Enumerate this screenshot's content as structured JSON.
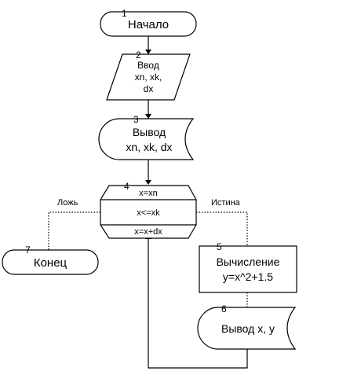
{
  "blocks": {
    "start": {
      "number": "1",
      "label": "Начало"
    },
    "input": {
      "number": "2",
      "lines": [
        "Ввод",
        "xn, xk,",
        "dx"
      ]
    },
    "output1": {
      "number": "3",
      "lines": [
        "Вывод",
        "xn, xk, dx"
      ]
    },
    "loop": {
      "number": "4",
      "lines": [
        "x=xn",
        "x<=xk",
        "x=x+dx"
      ]
    },
    "calc": {
      "number": "5",
      "lines": [
        "Вычисление",
        "y=x^2+1.5"
      ]
    },
    "output2": {
      "number": "6",
      "label": "Вывод x, y"
    },
    "end": {
      "number": "7",
      "label": "Конец"
    }
  },
  "branches": {
    "false_label": "Ложь",
    "true_label": "Истина"
  }
}
